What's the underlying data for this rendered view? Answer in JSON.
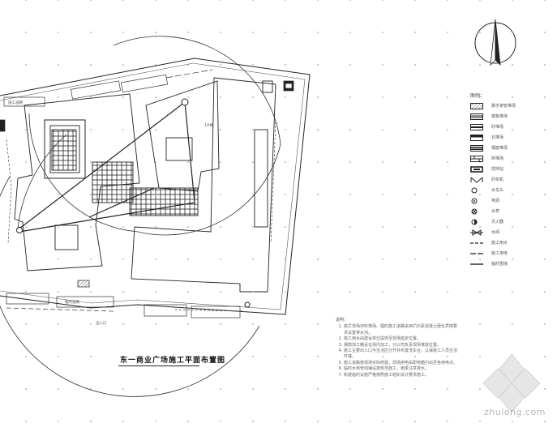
{
  "plan_title": "东一商业广场施工平面布置图",
  "site_labels": {
    "building_label": "1#楼",
    "road_top": "施工道路",
    "road_bottom": "临时道路",
    "gate": "出入口"
  },
  "legend": {
    "header": "图例：",
    "items": [
      {
        "label": "脚手架管堆场",
        "icon": "hatch-box"
      },
      {
        "label": "模板堆场",
        "icon": "striped-box"
      },
      {
        "label": "砂堆场",
        "icon": "double-line-box"
      },
      {
        "label": "石堆场",
        "icon": "filled-bar-box"
      },
      {
        "label": "钢筋堆场",
        "icon": "triple-line-box"
      },
      {
        "label": "砖堆场",
        "icon": "brick-box"
      },
      {
        "label": "搅拌站",
        "icon": "thick-box"
      },
      {
        "label": "砂浆机",
        "icon": "triangle-pair"
      },
      {
        "label": "水龙头",
        "icon": "circle"
      },
      {
        "label": "电源",
        "icon": "circle-dot"
      },
      {
        "label": "水表",
        "icon": "circle-cross"
      },
      {
        "label": "灭火器",
        "icon": "half-circle"
      },
      {
        "label": "水阀",
        "icon": "valve"
      },
      {
        "label": "施工用水",
        "icon": "dash-line"
      },
      {
        "label": "施工用电",
        "icon": "long-dash-line"
      },
      {
        "label": "临时围墙",
        "icon": "solid-line"
      }
    ]
  },
  "notes": {
    "title": "说明：",
    "items": [
      "施工现场材料堆场、临时施工道路采用C20素混凝土硬化并按要求设置排水沟。",
      "施工用水由建设单位提供至现场指定位置。",
      "钢筋加工棚设在场内加工，分公司负责现场堆放位置。",
      "施工主要出入口与生活区分开并布置洗车台，以保施工人员生活环境。",
      "施工道路按现场实际修建，现场用电由配电箱引出至各用电点。",
      "临时水电管线铺设按规范施工，雨季注意排水。",
      "新建临时设施严格按照施工组织设计要求施工。"
    ]
  },
  "watermark": "zhulong.com"
}
